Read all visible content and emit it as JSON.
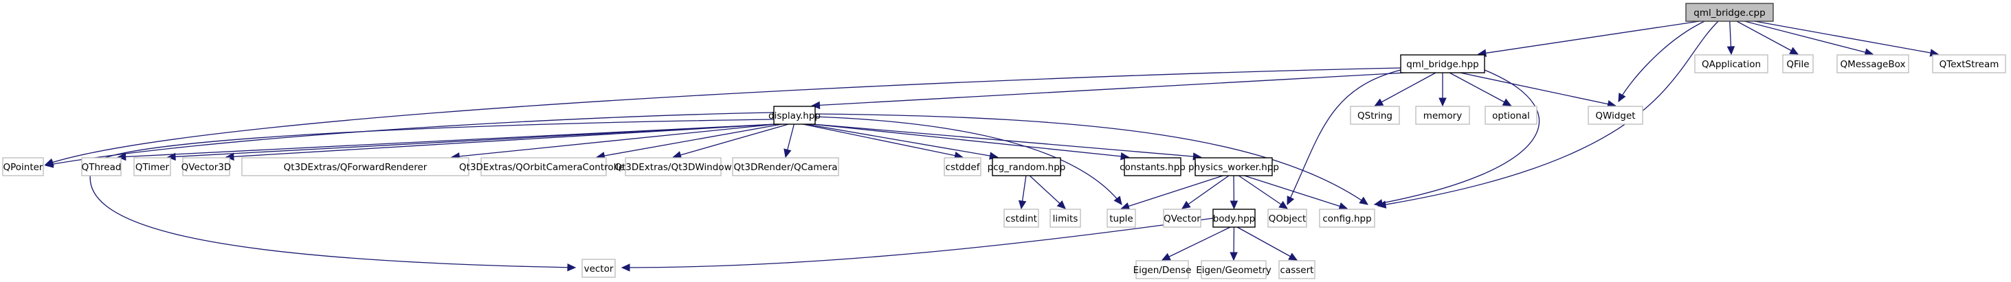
{
  "graph": {
    "type": "include-dependency-graph",
    "root": "qml_bridge.cpp",
    "colors": {
      "edge": "#191970",
      "root_fill": "#bfbfbf",
      "root_border": "#404040",
      "local_border": "#000000",
      "system_border": "#bfbfbf"
    },
    "nodes": [
      {
        "id": "qml_bridge_cpp",
        "label": "qml_bridge.cpp",
        "kind": "root"
      },
      {
        "id": "qml_bridge_hpp",
        "label": "qml_bridge.hpp",
        "kind": "local"
      },
      {
        "id": "QApplication",
        "label": "QApplication",
        "kind": "system"
      },
      {
        "id": "QFile",
        "label": "QFile",
        "kind": "system"
      },
      {
        "id": "QMessageBox",
        "label": "QMessageBox",
        "kind": "system"
      },
      {
        "id": "QTextStream",
        "label": "QTextStream",
        "kind": "system"
      },
      {
        "id": "QWidget",
        "label": "QWidget",
        "kind": "system"
      },
      {
        "id": "config_hpp",
        "label": "config.hpp",
        "kind": "system"
      },
      {
        "id": "display_hpp",
        "label": "display.hpp",
        "kind": "local"
      },
      {
        "id": "QString",
        "label": "QString",
        "kind": "system"
      },
      {
        "id": "memory",
        "label": "memory",
        "kind": "system"
      },
      {
        "id": "optional",
        "label": "optional",
        "kind": "system"
      },
      {
        "id": "QObject",
        "label": "QObject",
        "kind": "system"
      },
      {
        "id": "QPointer",
        "label": "QPointer",
        "kind": "system"
      },
      {
        "id": "QThread",
        "label": "QThread",
        "kind": "system"
      },
      {
        "id": "QTimer",
        "label": "QTimer",
        "kind": "system"
      },
      {
        "id": "QVector3D",
        "label": "QVector3D",
        "kind": "system"
      },
      {
        "id": "QForwardRenderer",
        "label": "Qt3DExtras/QForwardRenderer",
        "kind": "system"
      },
      {
        "id": "QOrbitCameraController",
        "label": "Qt3DExtras/QOrbitCameraController",
        "kind": "system"
      },
      {
        "id": "Qt3DWindow",
        "label": "Qt3DExtras/Qt3DWindow",
        "kind": "system"
      },
      {
        "id": "QCamera",
        "label": "Qt3DRender/QCamera",
        "kind": "system"
      },
      {
        "id": "cstddef",
        "label": "cstddef",
        "kind": "system"
      },
      {
        "id": "pcg_random_hpp",
        "label": "pcg_random.hpp",
        "kind": "local"
      },
      {
        "id": "constants_hpp",
        "label": "constants.hpp",
        "kind": "local"
      },
      {
        "id": "physics_worker_hpp",
        "label": "physics_worker.hpp",
        "kind": "local"
      },
      {
        "id": "cstdint",
        "label": "cstdint",
        "kind": "system"
      },
      {
        "id": "limits",
        "label": "limits",
        "kind": "system"
      },
      {
        "id": "tuple",
        "label": "tuple",
        "kind": "system"
      },
      {
        "id": "QVector",
        "label": "QVector",
        "kind": "system"
      },
      {
        "id": "body_hpp",
        "label": "body.hpp",
        "kind": "local"
      },
      {
        "id": "vector",
        "label": "vector",
        "kind": "system"
      },
      {
        "id": "EigenDense",
        "label": "Eigen/Dense",
        "kind": "system"
      },
      {
        "id": "EigenGeometry",
        "label": "Eigen/Geometry",
        "kind": "system"
      },
      {
        "id": "cassert",
        "label": "cassert",
        "kind": "system"
      }
    ],
    "edges": [
      [
        "qml_bridge_cpp",
        "qml_bridge_hpp"
      ],
      [
        "qml_bridge_cpp",
        "QApplication"
      ],
      [
        "qml_bridge_cpp",
        "QFile"
      ],
      [
        "qml_bridge_cpp",
        "QMessageBox"
      ],
      [
        "qml_bridge_cpp",
        "QTextStream"
      ],
      [
        "qml_bridge_cpp",
        "QWidget"
      ],
      [
        "qml_bridge_cpp",
        "config_hpp"
      ],
      [
        "qml_bridge_hpp",
        "display_hpp"
      ],
      [
        "qml_bridge_hpp",
        "QPointer"
      ],
      [
        "qml_bridge_hpp",
        "QString"
      ],
      [
        "qml_bridge_hpp",
        "memory"
      ],
      [
        "qml_bridge_hpp",
        "optional"
      ],
      [
        "qml_bridge_hpp",
        "QWidget"
      ],
      [
        "qml_bridge_hpp",
        "QObject"
      ],
      [
        "qml_bridge_hpp",
        "config_hpp"
      ],
      [
        "display_hpp",
        "QPointer"
      ],
      [
        "display_hpp",
        "QThread"
      ],
      [
        "display_hpp",
        "QTimer"
      ],
      [
        "display_hpp",
        "QVector3D"
      ],
      [
        "display_hpp",
        "QForwardRenderer"
      ],
      [
        "display_hpp",
        "QOrbitCameraController"
      ],
      [
        "display_hpp",
        "Qt3DWindow"
      ],
      [
        "display_hpp",
        "QCamera"
      ],
      [
        "display_hpp",
        "cstddef"
      ],
      [
        "display_hpp",
        "pcg_random_hpp"
      ],
      [
        "display_hpp",
        "constants_hpp"
      ],
      [
        "display_hpp",
        "physics_worker_hpp"
      ],
      [
        "display_hpp",
        "tuple"
      ],
      [
        "display_hpp",
        "vector"
      ],
      [
        "display_hpp",
        "config_hpp"
      ],
      [
        "pcg_random_hpp",
        "cstdint"
      ],
      [
        "pcg_random_hpp",
        "limits"
      ],
      [
        "physics_worker_hpp",
        "tuple"
      ],
      [
        "physics_worker_hpp",
        "QVector"
      ],
      [
        "physics_worker_hpp",
        "body_hpp"
      ],
      [
        "physics_worker_hpp",
        "QObject"
      ],
      [
        "physics_worker_hpp",
        "config_hpp"
      ],
      [
        "body_hpp",
        "vector"
      ],
      [
        "body_hpp",
        "EigenDense"
      ],
      [
        "body_hpp",
        "EigenGeometry"
      ],
      [
        "body_hpp",
        "cassert"
      ]
    ]
  }
}
